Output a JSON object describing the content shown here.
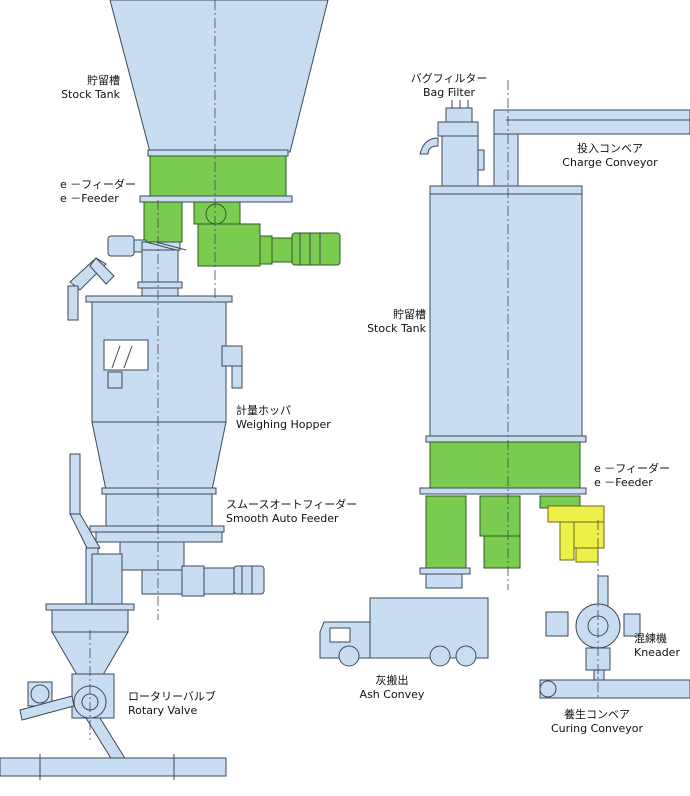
{
  "labels": {
    "stock_tank_left": {
      "ja": "貯留槽",
      "en": "Stock Tank"
    },
    "e_feeder_left": {
      "ja": "e －フィーダー",
      "en": "e －Feeder"
    },
    "weighing_hopper": {
      "ja": "計量ホッパ",
      "en": "Weighing Hopper"
    },
    "smooth_auto_feeder": {
      "ja": "スムースオートフィーダー",
      "en": "Smooth Auto Feeder"
    },
    "rotary_valve": {
      "ja": "ロータリーバルブ",
      "en": "Rotary Valve"
    },
    "bag_filter": {
      "ja": "バグフィルター",
      "en": "Bag Filter"
    },
    "charge_conveyor": {
      "ja": "投入コンベア",
      "en": "Charge Conveyor"
    },
    "stock_tank_right": {
      "ja": "貯留槽",
      "en": "Stock Tank"
    },
    "e_feeder_right": {
      "ja": "e －フィーダー",
      "en": "e －Feeder"
    },
    "kneader": {
      "ja": "混練機",
      "en": "Kneader"
    },
    "ash_convey": {
      "ja": "灰搬出",
      "en": "Ash Convey"
    },
    "curing_conveyor": {
      "ja": "養生コンベア",
      "en": "Curing Conveyor"
    }
  },
  "colors": {
    "equipment_fill": "#c8ddf2",
    "feeder_green": "#79cc4f",
    "kneader_feed_yellow": "#eef04a",
    "outline": "#3d4a57"
  }
}
